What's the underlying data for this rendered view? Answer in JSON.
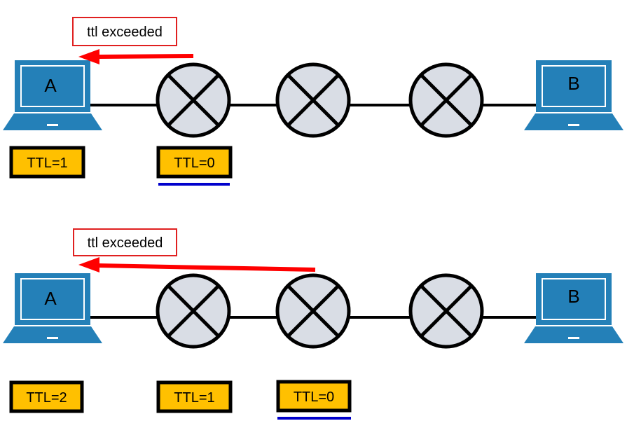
{
  "scenarios": [
    {
      "message": "ttl exceeded",
      "hosts": {
        "left": "A",
        "right": "B"
      },
      "ttl_labels": [
        "TTL=1",
        "TTL=0"
      ],
      "expired_at_router": 1
    },
    {
      "message": "ttl exceeded",
      "hosts": {
        "left": "A",
        "right": "B"
      },
      "ttl_labels": [
        "TTL=2",
        "TTL=1",
        "TTL=0"
      ],
      "expired_at_router": 2
    }
  ],
  "colors": {
    "laptop": "#2480b8",
    "router_fill": "#d9dde5",
    "badge": "#ffc000",
    "arrow": "#ff0000",
    "underline": "#0000cc"
  }
}
